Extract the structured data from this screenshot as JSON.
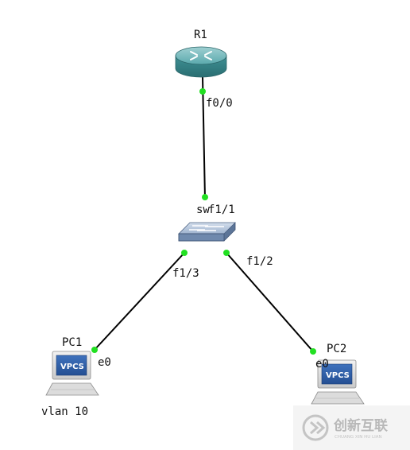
{
  "nodes": {
    "r1": {
      "label": "R1",
      "type": "router"
    },
    "sw": {
      "label": "sw",
      "type": "switch"
    },
    "pc1": {
      "label": "PC1",
      "type": "vpcs",
      "screen_text": "VPCS",
      "note": "vlan 10"
    },
    "pc2": {
      "label": "PC2",
      "type": "vpcs",
      "screen_text": "VPCS"
    }
  },
  "links": [
    {
      "from": "R1",
      "from_port": "f0/0",
      "to": "sw",
      "to_port": "f1/1"
    },
    {
      "from": "sw",
      "from_port": "f1/3",
      "to": "PC1",
      "to_port": "e0"
    },
    {
      "from": "sw",
      "from_port": "f1/2",
      "to": "PC2",
      "to_port": "e0"
    }
  ],
  "ports": {
    "r1_f0_0": "f0/0",
    "sw_f1_1": "f1/1",
    "sw_f1_3": "f1/3",
    "sw_f1_2": "f1/2",
    "pc1_e0": "e0",
    "pc2_e0": "e0"
  },
  "watermark": {
    "text": "创新互联",
    "subtext": "CHUANG XIN HU LIAN"
  },
  "colors": {
    "link": "#000000",
    "port_dot": "#22e022",
    "router": "#3d8f94",
    "switch": "#7f97b8",
    "vpcs_screen": "#2c5aa3"
  }
}
